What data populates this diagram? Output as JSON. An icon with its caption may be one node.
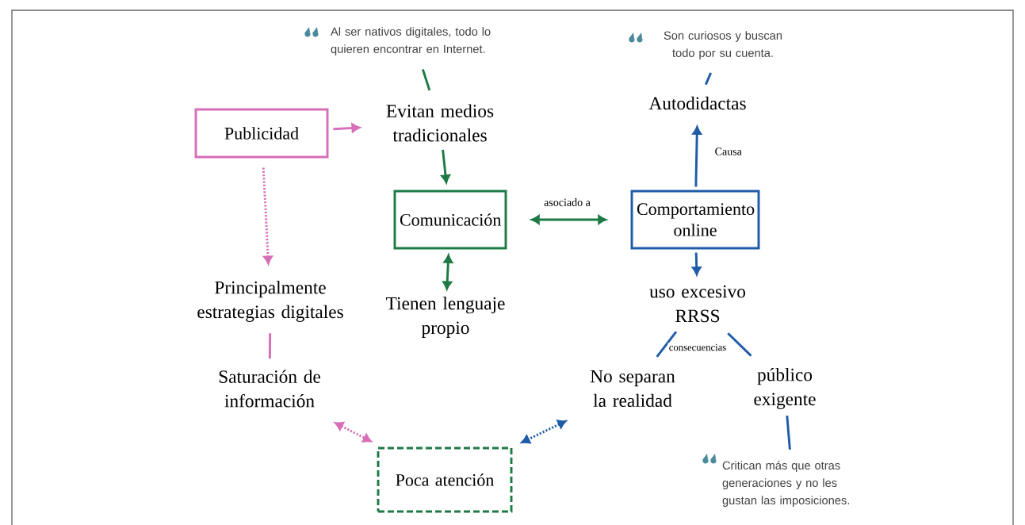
{
  "diagram": {
    "nodes": [
      {
        "text": [
          "Al ser nativos digitales, todo lo quieren encontrar en Internet."
        ]
      },
      {
        "text": [
          "Evitan medios tradicionales"
        ]
      },
      {
        "text": [
          "Publicidad"
        ]
      },
      {
        "text": [
          "Comunicación"
        ]
      },
      {
        "text": [
          "Son curiosos y buscan todo por su cuenta."
        ]
      },
      {
        "text": [
          "Autodidactas"
        ]
      },
      {
        "text": [
          "Comportamiento online"
        ]
      },
      {
        "text": [
          "Principalmente estrategias digitales"
        ]
      },
      {
        "text": [
          "Tienen lenguaje propio"
        ]
      },
      {
        "text": [
          "uso excesivo RRSS"
        ]
      },
      {
        "text": [
          "Saturación de información"
        ]
      },
      {
        "text": [
          "No separan la realidad"
        ]
      },
      {
        "text": [
          "público exigente"
        ]
      },
      {
        "text": [
          "Critican más que otras generaciones y no les gustan las imposiciones."
        ]
      },
      {
        "text": [
          "Poca atención"
        ]
      }
    ],
    "edges": [
      {
        "from": 0,
        "to": 1,
        "arrow": "none",
        "color": "#1e7a45"
      },
      {
        "from": 2,
        "to": 1,
        "arrow": "to",
        "color": "#d66fb8"
      },
      {
        "from": 1,
        "to": 3,
        "arrow": "to",
        "color": "#1e7a45"
      },
      {
        "from": 3,
        "to": 6,
        "arrow": "both",
        "label": "asociado a",
        "color": "#1e7a45"
      },
      {
        "from": 6,
        "to": 5,
        "arrow": "to",
        "label": "Causa",
        "color": "#1f5ca8"
      },
      {
        "from": 5,
        "to": 4,
        "arrow": "none",
        "color": "#1f5ca8"
      },
      {
        "from": 2,
        "to": 7,
        "arrow": "to",
        "style": "dashed",
        "color": "#d66fb8"
      },
      {
        "from": 3,
        "to": 8,
        "arrow": "both",
        "color": "#1e7a45"
      },
      {
        "from": 6,
        "to": 9,
        "arrow": "to",
        "color": "#1f5ca8"
      },
      {
        "from": 7,
        "to": 10,
        "arrow": "none",
        "color": "#d66fb8"
      },
      {
        "from": 9,
        "to": 11,
        "arrow": "none",
        "color": "#1f5ca8"
      },
      {
        "from": 9,
        "to": 12,
        "arrow": "none",
        "color": "#1f5ca8"
      },
      {
        "from": 12,
        "to": 13,
        "arrow": "none",
        "color": "#1f5ca8"
      },
      {
        "from": 10,
        "to": 14,
        "arrow": "both",
        "style": "dashed",
        "color": "#d66fb8"
      },
      {
        "from": 11,
        "to": 14,
        "arrow": "both",
        "style": "dashed",
        "color": "#1f5ca8"
      }
    ],
    "labels": [
      "consecuencias"
    ]
  }
}
